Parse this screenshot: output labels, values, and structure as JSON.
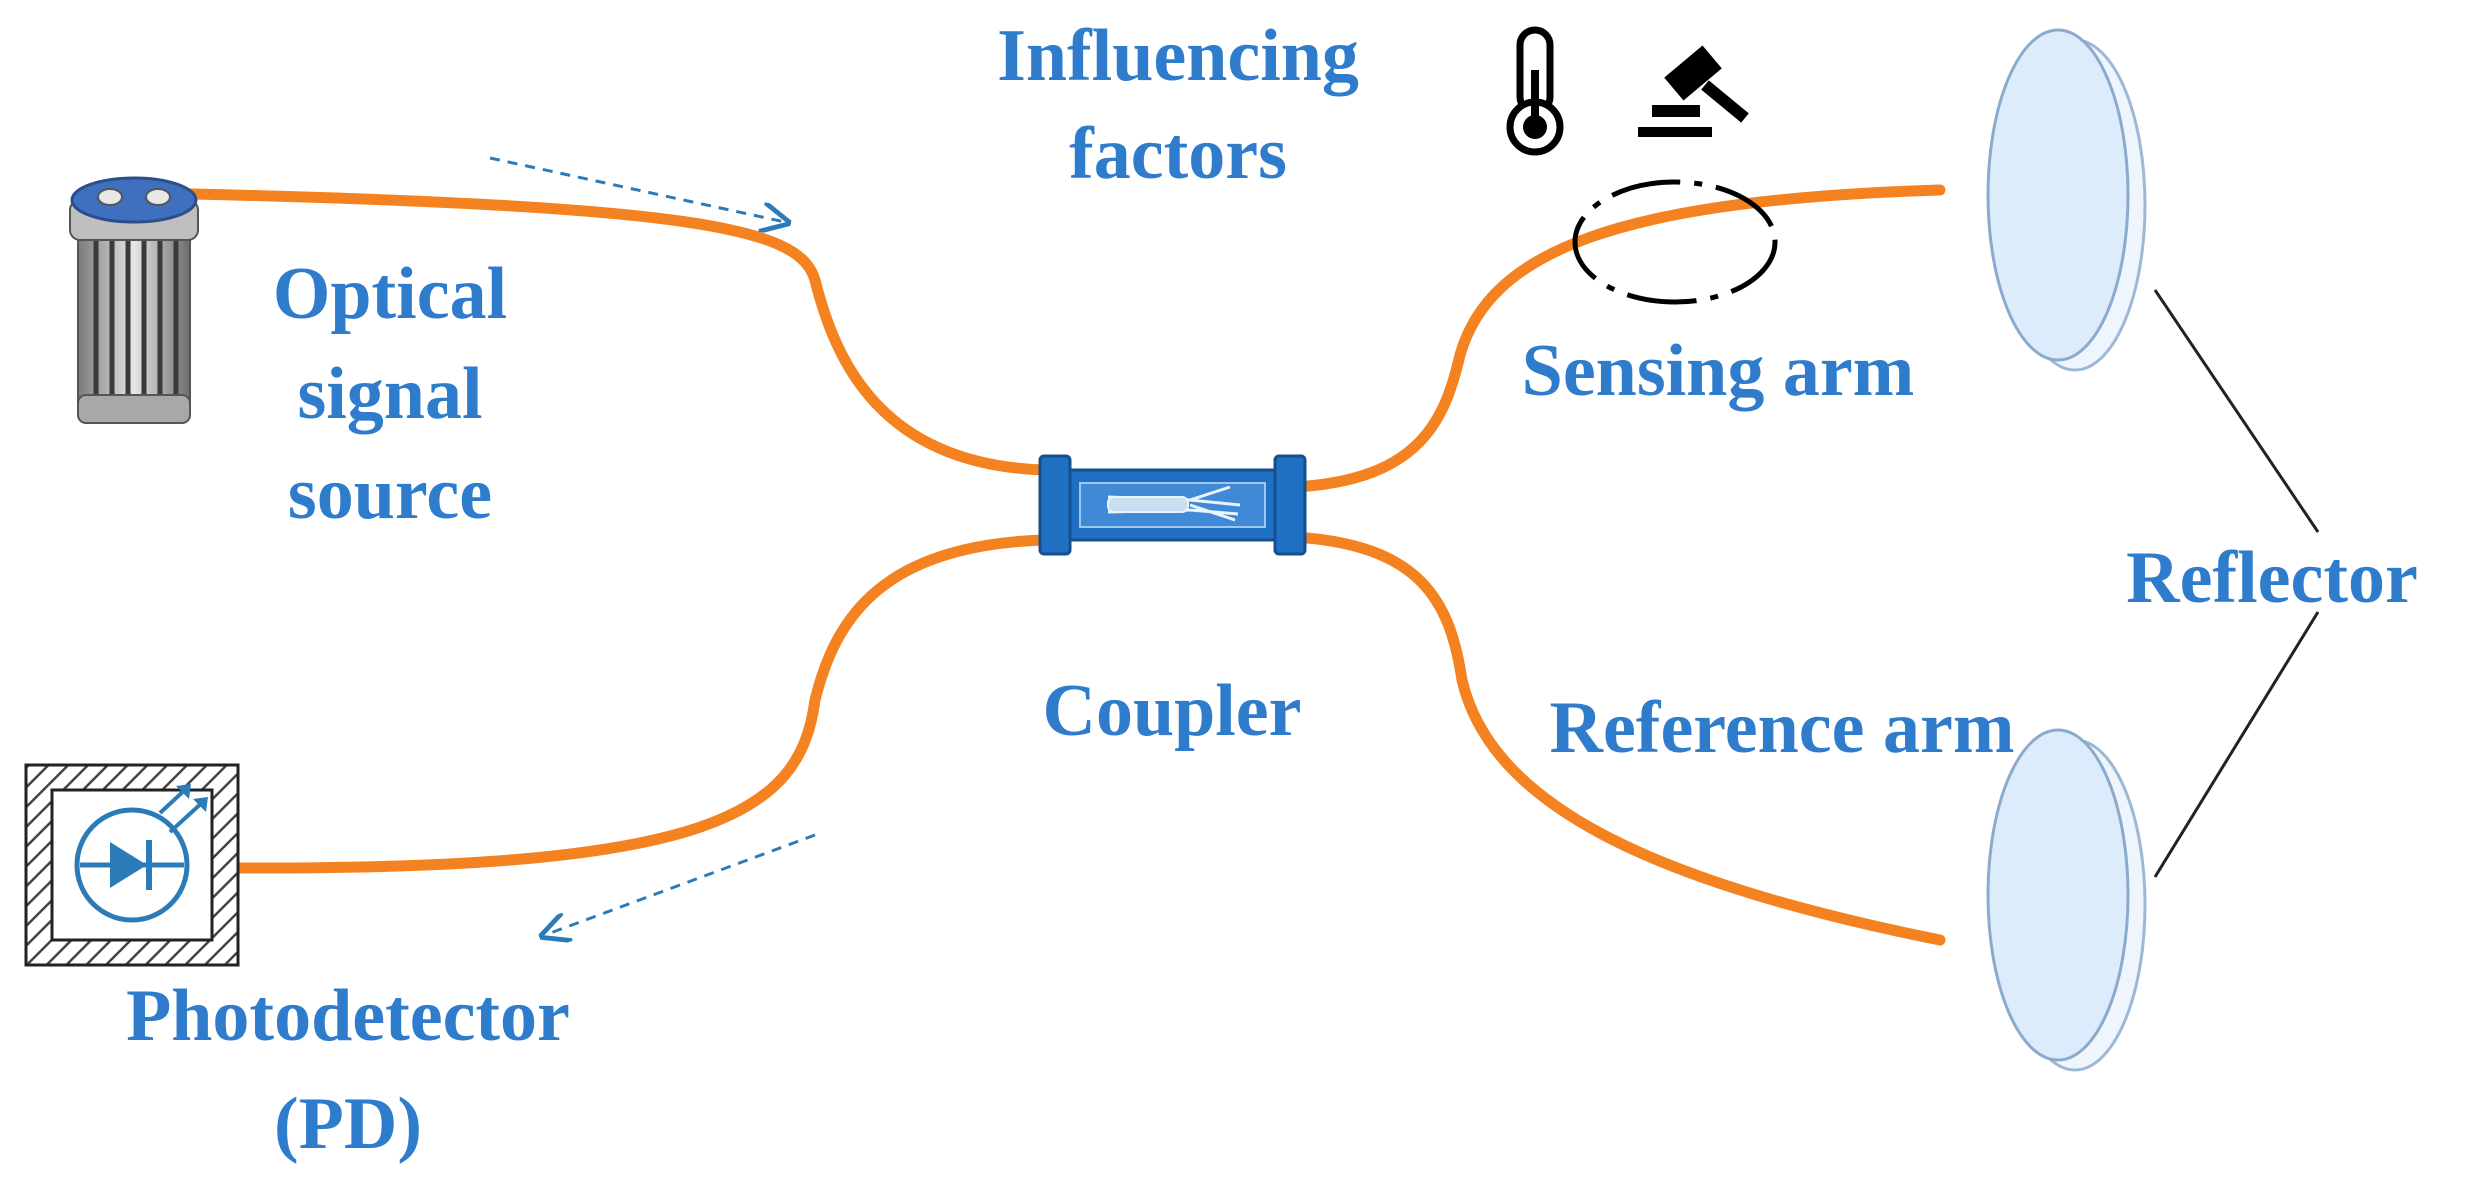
{
  "labels": {
    "influencing_line1": "Influencing",
    "influencing_line2": "factors",
    "source_line1": "Optical",
    "source_line2": "signal",
    "source_line3": "source",
    "coupler": "Coupler",
    "sensing_arm": "Sensing arm",
    "reference_arm": "Reference arm",
    "reflector": "Reflector",
    "photodetector_line1": "Photodetector",
    "photodetector_line2": "(PD)"
  },
  "icons": {
    "source": "light-source-icon",
    "detector": "photodiode-icon",
    "coupler": "coupler-icon",
    "temperature": "thermometer-icon",
    "force": "hammer-icon",
    "reflector": "mirror-icon"
  },
  "colors": {
    "label_text": "#2e7ccb",
    "fiber": "#f58220",
    "coupler_body": "#1f6fc2",
    "direction_arrow": "#2b7bb9",
    "mirror_fill": "#dcecfb"
  }
}
